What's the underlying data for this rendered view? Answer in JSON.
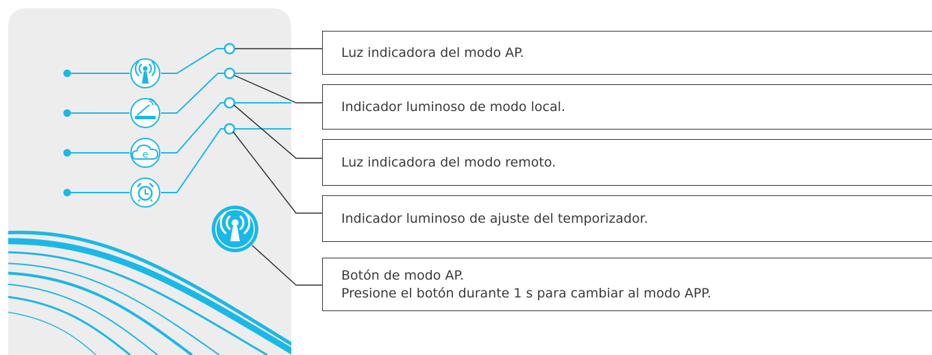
{
  "colors": {
    "panel": "#ededed",
    "accent": "#1ab8e6",
    "leader_line": "#2f2f2f",
    "text": "#3a3a3a"
  },
  "indicators": [
    {
      "icon": "ap-mode-icon"
    },
    {
      "icon": "local-mode-icon"
    },
    {
      "icon": "remote-cloud-icon"
    },
    {
      "icon": "timer-alarm-icon"
    }
  ],
  "button": {
    "icon": "ap-button-icon"
  },
  "labels": [
    {
      "lines": [
        "Luz indicadora del modo AP."
      ]
    },
    {
      "lines": [
        "Indicador luminoso de modo local."
      ]
    },
    {
      "lines": [
        "Luz indicadora del modo remoto."
      ]
    },
    {
      "lines": [
        "Indicador luminoso de ajuste del temporizador."
      ]
    },
    {
      "lines": [
        "Botón de modo AP.",
        "Presione el botón durante 1 s para cambiar al modo APP."
      ]
    }
  ]
}
